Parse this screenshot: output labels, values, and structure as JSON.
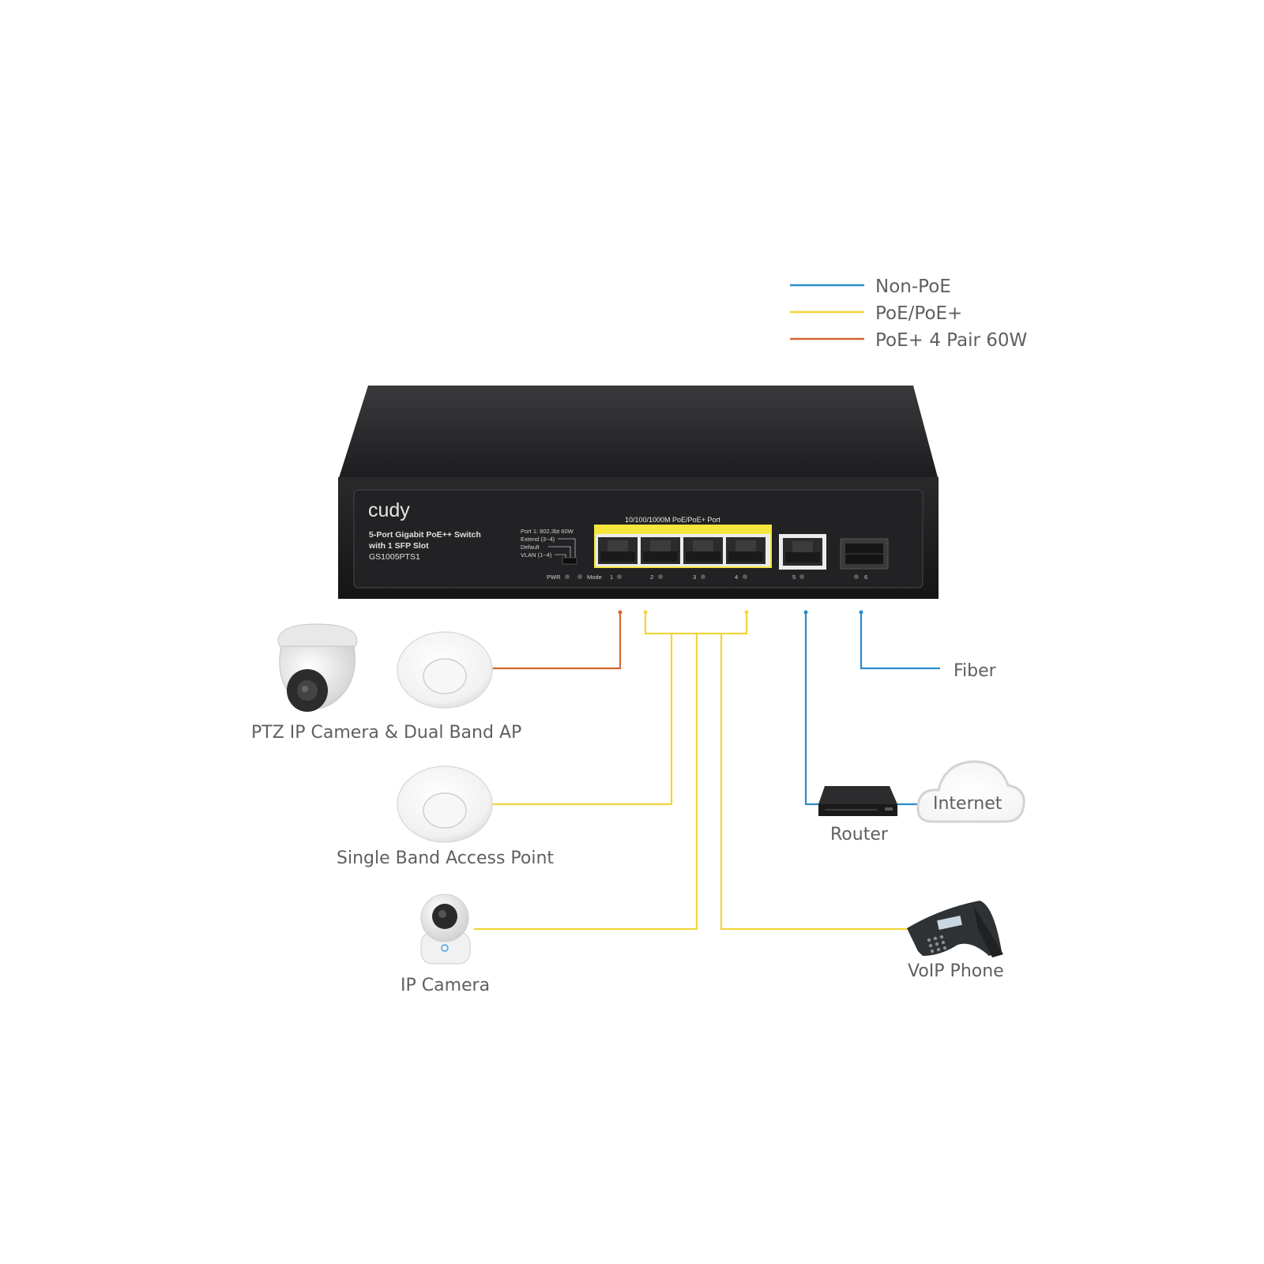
{
  "legend": [
    {
      "label": "Non-PoE",
      "color": "#2a8ccb"
    },
    {
      "label": "PoE/PoE+",
      "color": "#f2d53a"
    },
    {
      "label": "PoE+ 4 Pair 60W",
      "color": "#d2682e"
    }
  ],
  "switch": {
    "brand": "cudy",
    "product_line1": "5-Port Gigabit PoE++ Switch",
    "product_line2": "with 1 SFP Slot",
    "model": "GS1005PTS1",
    "mode_line1": "Port 1: 802.3bt 60W",
    "mode_line2": "Extend (3~4)",
    "mode_line3": "Default",
    "mode_line4": "VLAN (1~4)",
    "poe_port_label": "10/100/1000M PoE/PoE+ Port",
    "pwr_label": "PWR",
    "mode_label": "Mode",
    "port_numbers": [
      "1",
      "2",
      "3",
      "4",
      "5",
      "6"
    ]
  },
  "devices": {
    "ptz_ap": "PTZ IP Camera & Dual Band AP",
    "single_ap": "Single Band Access Point",
    "ip_camera": "IP Camera",
    "fiber": "Fiber",
    "router": "Router",
    "internet": "Internet",
    "voip": "VoIP Phone"
  },
  "icons": [
    "turret-camera-icon",
    "ceiling-ap-icon",
    "ip-camera-icon",
    "router-icon",
    "cloud-icon",
    "conference-phone-icon"
  ]
}
